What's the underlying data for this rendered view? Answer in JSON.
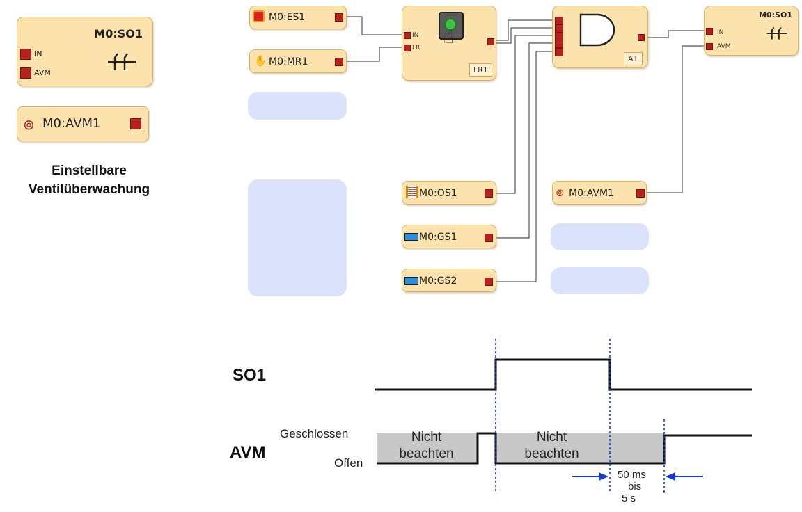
{
  "legend": {
    "so_block": {
      "title": "M0:SO1",
      "port_in": "IN",
      "port_avm": "AVM"
    },
    "avm_block": {
      "label": "M0:AVM1"
    },
    "caption_line1": "Einstellbare",
    "caption_line2": "Ventilüberwachung"
  },
  "circuit": {
    "es1": "M0:ES1",
    "mr1": "M0:MR1",
    "reset": {
      "port_in": "IN",
      "port_lr": "LR",
      "badge": "LR1"
    },
    "and": {
      "badge": "A1"
    },
    "so1": {
      "title": "M0:SO1",
      "port_in": "IN",
      "port_avm": "AVM"
    },
    "os1": "M0:OS1",
    "gs1": "M0:GS1",
    "gs2": "M0:GS2",
    "avm1": "M0:AVM1"
  },
  "timing": {
    "so1_label": "SO1",
    "avm_label": "AVM",
    "level_closed": "Geschlossen",
    "level_open": "Offen",
    "ignore1_line1": "Nicht",
    "ignore1_line2": "beachten",
    "ignore2_line1": "Nicht",
    "ignore2_line2": "beachten",
    "delay_line1": "50 ms",
    "delay_line2": "bis",
    "delay_line3": "5 s"
  },
  "colors": {
    "block_fill": "#fce3ad",
    "pad_red": "#b5211c",
    "placeholder_blue": "#dbe2fb",
    "ignore_zone_gray": "#c8c8c8",
    "marker_blue": "#1a3ccc"
  }
}
